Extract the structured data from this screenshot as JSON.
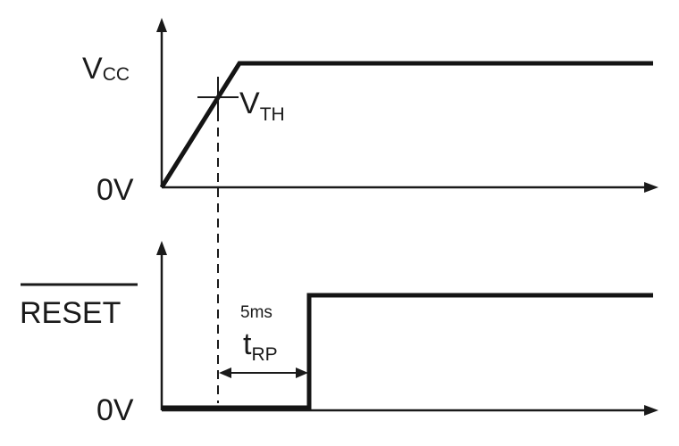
{
  "diagram": {
    "top_panel": {
      "high_label_main": "V",
      "high_label_sub": "CC",
      "low_label": "0V",
      "threshold_label_main": "V",
      "threshold_label_sub": "TH"
    },
    "bottom_panel": {
      "signal_label": "RESET",
      "low_label": "0V",
      "duration_value": "5ms",
      "interval_label_main": "t",
      "interval_label_sub": "RP"
    },
    "colors": {
      "trace": "#141414",
      "text": "#1a1a1a",
      "background": "#ffffff"
    }
  }
}
